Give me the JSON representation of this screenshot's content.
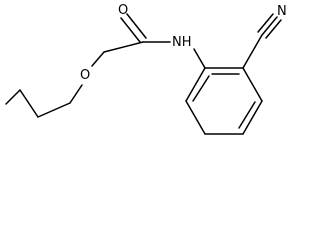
{
  "molecule": {
    "atoms": {
      "oxygen_carbonyl": "O",
      "oxygen_ether": "O",
      "nitrogen_amide": "NH",
      "nitrogen_nitrile": "N"
    }
  },
  "colors": {
    "bond": "#000000",
    "label": "#000000",
    "background": "#ffffff"
  }
}
